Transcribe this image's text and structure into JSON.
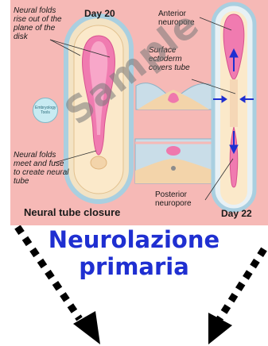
{
  "figure": {
    "labels": {
      "neural_folds_rise": "Neural folds rise out of the plane of the disk",
      "day20": "Day 20",
      "anterior_neuropore": "Anterior neuropore",
      "surface_ectoderm": "Surface ectoderm covers tube",
      "neural_folds_meet": "Neural folds meet and fuse to create neural tube",
      "posterior_neuropore": "Posterior neuropore",
      "day22": "Day 22",
      "caption": "Neural tube closure"
    },
    "watermark": "Sample",
    "stamp_text": "Embryology Tools"
  },
  "title": {
    "line1": "Neurolazione",
    "line2": "primaria"
  },
  "colors": {
    "background": "#f6b9b6",
    "title": "#1f2fd1",
    "neural_plate": "#e8609a"
  }
}
